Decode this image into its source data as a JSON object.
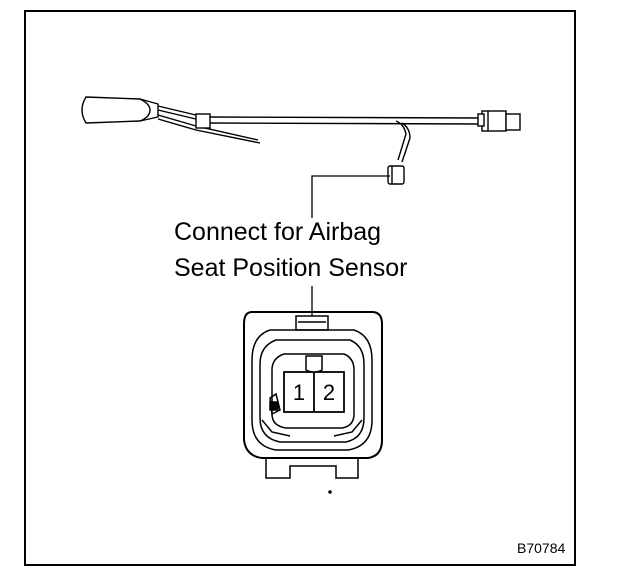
{
  "diagram": {
    "callout_line1": "Connect for Airbag",
    "callout_line2": "Seat Position Sensor",
    "pin_1": "1",
    "pin_2": "2",
    "figure_id": "B70784"
  },
  "icons": {
    "harness": "wire-harness-icon",
    "connector": "connector-face-icon"
  }
}
